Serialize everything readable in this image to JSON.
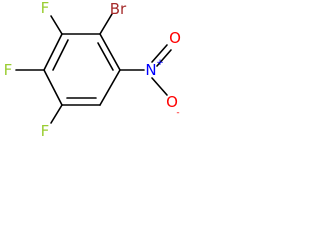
{
  "molecule": {
    "atoms": {
      "br": {
        "label": "Br",
        "color": "#a52a2a"
      },
      "f_top": {
        "label": "F",
        "color": "#9acd32"
      },
      "f_mid": {
        "label": "F",
        "color": "#9acd32"
      },
      "f_bottom": {
        "label": "F",
        "color": "#9acd32"
      },
      "n": {
        "label": "N",
        "color": "#0000ff",
        "charge": "+"
      },
      "o_top": {
        "label": "O",
        "color": "#ff0000"
      },
      "o_bottom": {
        "label": "O",
        "color": "#ff0000",
        "charge": "-"
      }
    }
  }
}
